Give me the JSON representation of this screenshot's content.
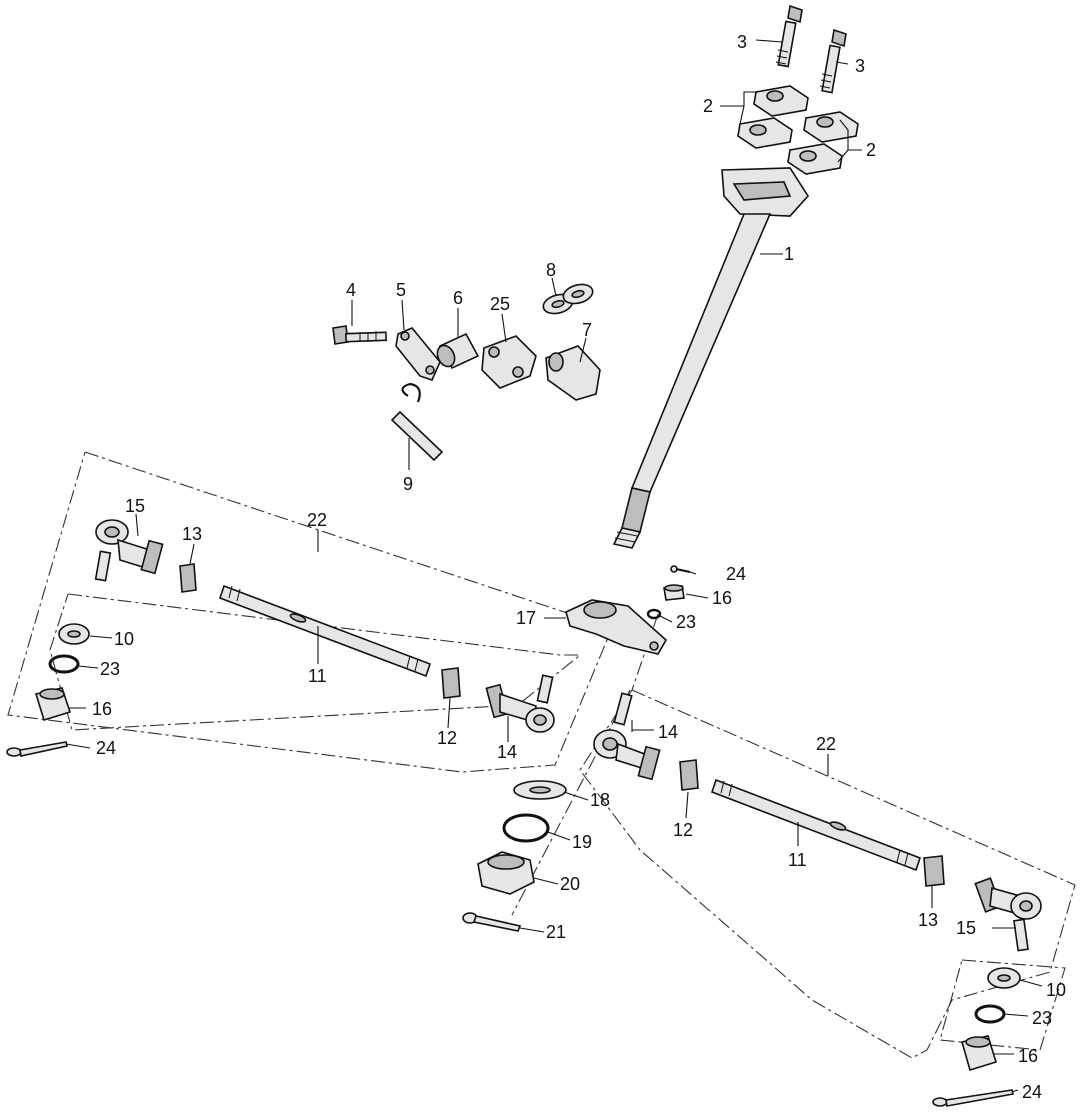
{
  "part_labels": {
    "p1": "1",
    "p2a": "2",
    "p2b": "2",
    "p3a": "3",
    "p3b": "3",
    "p4": "4",
    "p5": "5",
    "p6": "6",
    "p7": "7",
    "p8": "8",
    "p9": "9",
    "p10a": "10",
    "p10b": "10",
    "p11a": "11",
    "p11b": "11",
    "p12a": "12",
    "p12b": "12",
    "p13a": "13",
    "p13b": "13",
    "p14a": "14",
    "p14b": "14",
    "p15a": "15",
    "p15b": "15",
    "p16a": "16",
    "p16b": "16",
    "p16c": "16",
    "p17": "17",
    "p18": "18",
    "p19": "19",
    "p20": "20",
    "p21": "21",
    "p22a": "22",
    "p22b": "22",
    "p23a": "23",
    "p23b": "23",
    "p23c": "23",
    "p24a": "24",
    "p24b": "24",
    "p24c": "24",
    "p25": "25"
  }
}
